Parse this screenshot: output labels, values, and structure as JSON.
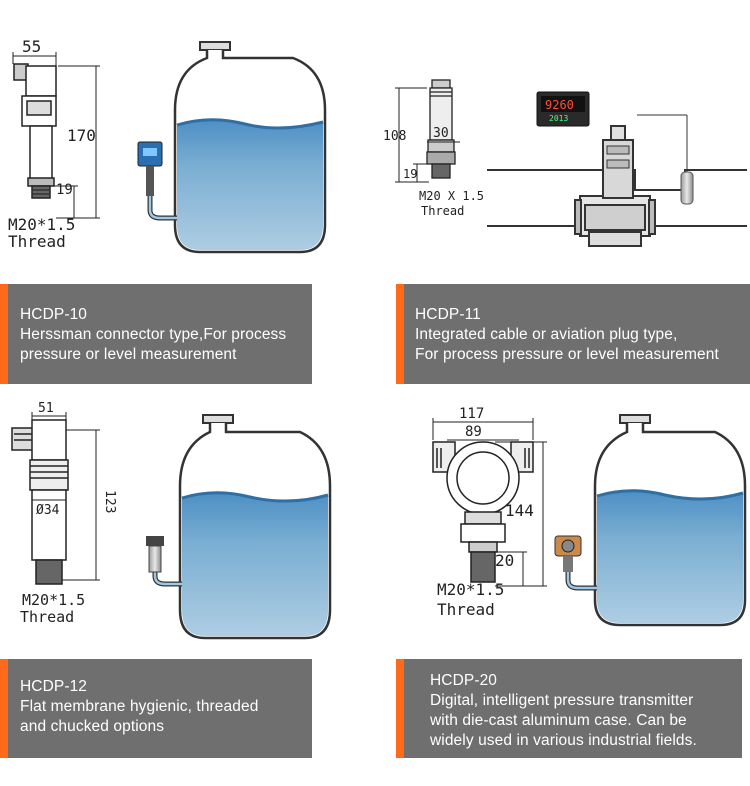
{
  "panels": [
    {
      "model": "HCDP-10",
      "description_lines": [
        "Herssman connector type,For process",
        "pressure or level measurement"
      ],
      "dims": {
        "width": "55",
        "height": "170",
        "thread_len": "19",
        "thread": "M20*1.5",
        "thread_word": "Thread"
      }
    },
    {
      "model": "HCDP-11",
      "description_lines": [
        "Integrated cable or aviation plug type,",
        "For process pressure or level measurement"
      ],
      "dims": {
        "width": "30",
        "height": "108",
        "thread_len": "19",
        "thread": "M20 X 1.5",
        "thread_word": "Thread"
      },
      "display_value": "9260",
      "display_sub": "2013"
    },
    {
      "model": "HCDP-12",
      "description_lines": [
        "Flat membrane hygienic, threaded",
        "and chucked options"
      ],
      "dims": {
        "width": "51",
        "diameter": "Ø34",
        "height": "123",
        "thread": "M20*1.5",
        "thread_word": "Thread"
      }
    },
    {
      "model": "HCDP-20",
      "description_lines": [
        "Digital, intelligent pressure transmitter",
        "with die-cast aluminum case. Can be",
        "widely used in various industrial fields."
      ],
      "dims": {
        "width_outer": "117",
        "width_inner": "89",
        "height": "144",
        "thread_len": "20",
        "thread": "M20*1.5",
        "thread_word": "Thread"
      }
    }
  ],
  "colors": {
    "caption_bg": "#6f6f6f",
    "accent": "#ff6a1a",
    "water": "#7aaed2"
  }
}
